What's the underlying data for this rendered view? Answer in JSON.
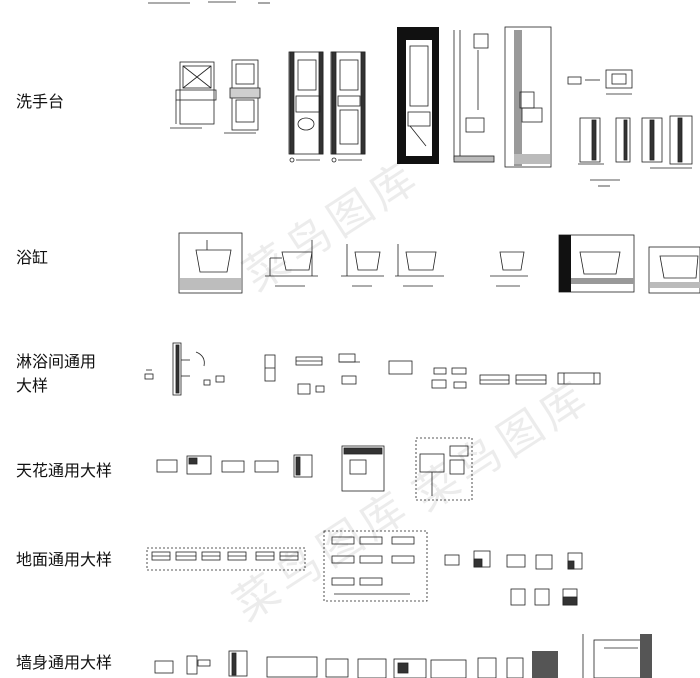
{
  "sections": [
    {
      "id": "washbasin",
      "label": "洗手台"
    },
    {
      "id": "bathtub",
      "label": "浴缸"
    },
    {
      "id": "shower",
      "label": "淋浴间通用\n大样"
    },
    {
      "id": "ceiling",
      "label": "天花通用大样"
    },
    {
      "id": "floor",
      "label": "地面通用大样"
    },
    {
      "id": "wall",
      "label": "墙身通用大样"
    }
  ],
  "watermark": "菜鸟图库"
}
